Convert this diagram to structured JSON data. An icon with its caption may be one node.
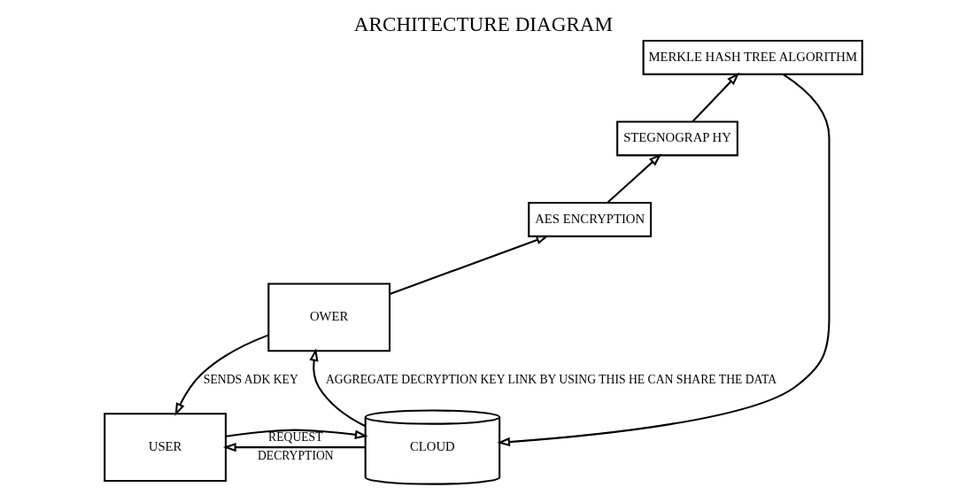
{
  "diagram": {
    "title": "ARCHITECTURE DIAGRAM",
    "nodes": [
      {
        "text": [
          "USER"
        ]
      },
      {
        "text": [
          "CLOUD"
        ]
      },
      {
        "text": [
          "MERKLE HASH TREE ALGORITHM"
        ]
      },
      {
        "text": [
          "STEGNOGRAP HY"
        ]
      },
      {
        "text": [
          "AES ENCRYPTION"
        ]
      },
      {
        "text": [
          "OWER"
        ]
      }
    ],
    "edges": [
      {
        "from": 0,
        "to": 1,
        "arrow": "to",
        "label": "REQUEST"
      },
      {
        "from": 1,
        "to": 0,
        "arrow": "to",
        "label": "DECRYPTION"
      },
      {
        "from": 5,
        "to": 0,
        "arrow": "to",
        "label": "SENDS ADK KEY"
      },
      {
        "from": 5,
        "to": 4,
        "arrow": "to"
      },
      {
        "from": 4,
        "to": 3,
        "arrow": "to"
      },
      {
        "from": 3,
        "to": 2,
        "arrow": "to"
      },
      {
        "from": 2,
        "to": 1,
        "arrow": "to"
      },
      {
        "from": 1,
        "to": 5,
        "arrow": "to",
        "label": "AGGREGATE DECRYPTION KEY LINK BY USING THIS HE CAN SHARE THE DATA"
      }
    ]
  }
}
